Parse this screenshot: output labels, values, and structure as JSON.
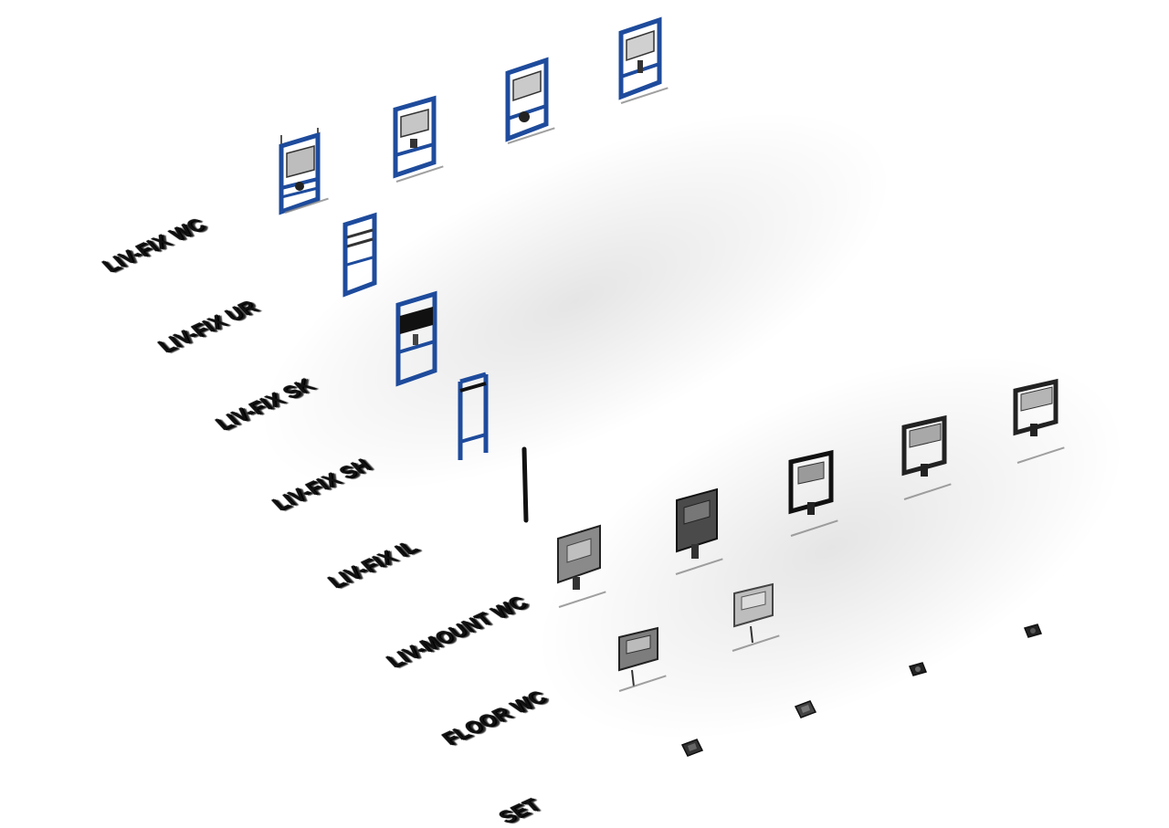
{
  "rows": [
    {
      "label": "LIV-FIX WC"
    },
    {
      "label": "LIV-FIX UR"
    },
    {
      "label": "LIV-FIX SK"
    },
    {
      "label": "LIV-FIX SH"
    },
    {
      "label": "LIV-FIX IL"
    },
    {
      "label": "LIV-MOUNT WC"
    },
    {
      "label": "FLOOR WC"
    },
    {
      "label": "SET"
    }
  ],
  "colors": {
    "frame": "#1e4b9c",
    "frame_dark": "#0f2a5e",
    "cistern": "#cfcfcf",
    "cistern_dark": "#2a2a2a",
    "label": "#111111"
  },
  "icons": [
    "wc-frame-icon",
    "urinal-frame-icon",
    "sink-frame-icon",
    "shower-frame-icon",
    "rail-icon",
    "cistern-icon",
    "flush-plate-icon"
  ]
}
